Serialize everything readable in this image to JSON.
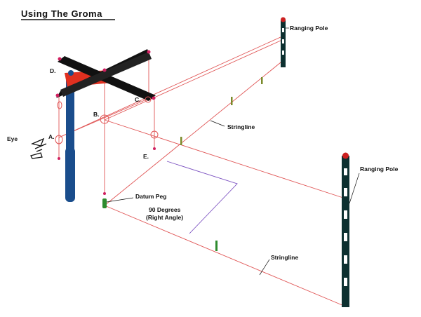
{
  "title": "Using The Groma",
  "labels": {
    "ranging_pole_top": "Ranging Pole",
    "ranging_pole_right": "Ranging Pole",
    "stringline_upper": "Stringline",
    "stringline_lower": "Stringline",
    "datum_peg": "Datum Peg",
    "angle_line1": "90 Degrees",
    "angle_line2": "(Right Angle)",
    "eye": "Eye",
    "point_a": "A.",
    "point_b": "B.",
    "point_c": "C.",
    "point_d": "D.",
    "point_e": "E."
  },
  "colors": {
    "string": "#e05555",
    "pole": "#1a4d8c",
    "cross": "#111111",
    "bracket": "#e03020",
    "plumb_bob": "#d02060",
    "peg": "#2e8b2e",
    "ranging_pole": "#0d3030",
    "angle_marker": "#7a4fc0"
  }
}
